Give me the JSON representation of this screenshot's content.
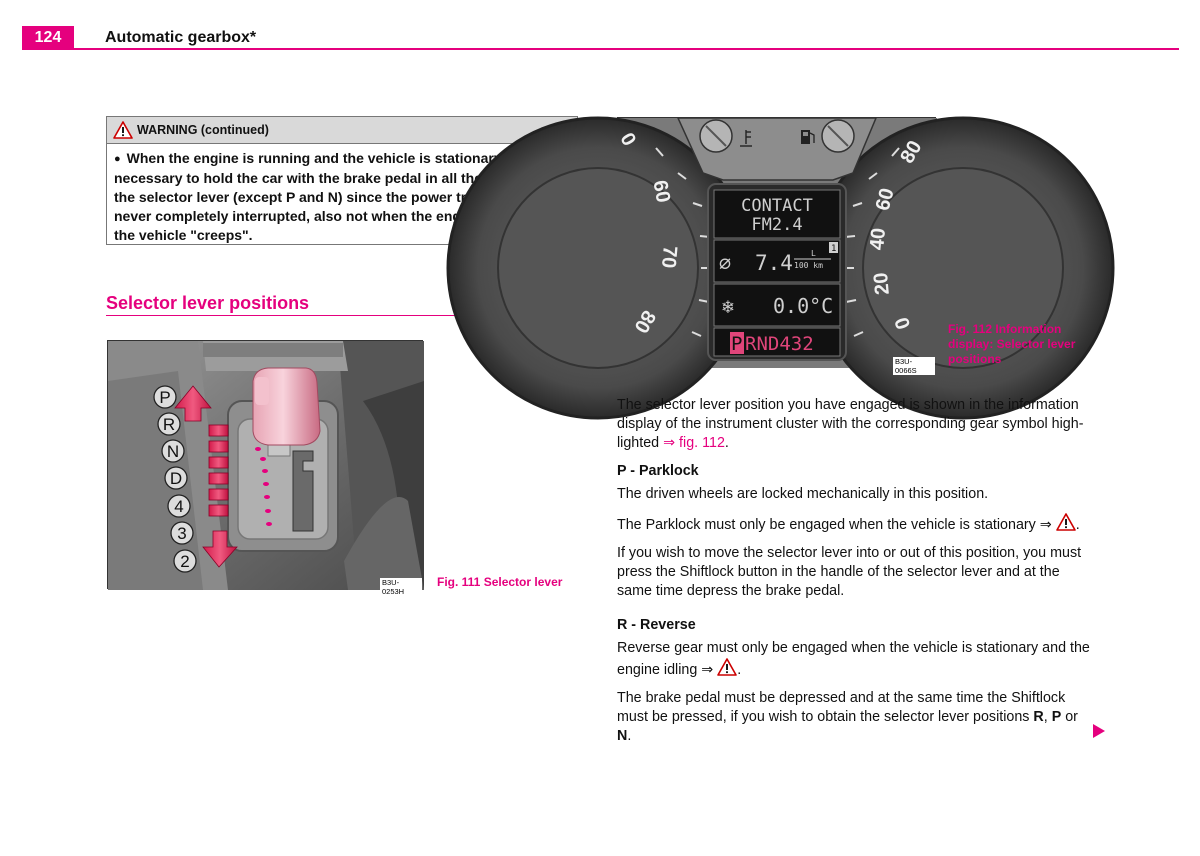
{
  "header": {
    "page_number": "124",
    "title": "Automatic gearbox*"
  },
  "warning": {
    "heading": "WARNING (continued)",
    "bullet": "●",
    "text": "When the engine is running and the vehicle is stationary, it is necessary to hold the car with the brake pedal in all the positions of the selector lever (except P and N) since the power transmission is never completely interrupted, also not when the engine is idling - the vehicle \"creeps\"."
  },
  "section": {
    "heading": "Selector lever positions"
  },
  "figure111": {
    "code": "B3U-0253H",
    "caption": "Fig. 111   Selector lever",
    "gear_labels": [
      "P",
      "R",
      "N",
      "D",
      "4",
      "3",
      "2"
    ]
  },
  "figure112": {
    "code": "B3U-0066S",
    "caption": "Fig. 112  Information display: Selector lever positions",
    "display": {
      "line1": "CONTACT",
      "line2": "FM2.4",
      "consumption_symbol": "⌀",
      "consumption": "7.4",
      "unit_top": "L",
      "unit_bottom": "100 km",
      "memory_index": "1",
      "temp_symbol": "❄",
      "temperature": "0.0°C",
      "gear_selected": "P",
      "gear_rest": "RND432"
    },
    "left_gauge_numbers": [
      "0",
      "60",
      "70",
      "80"
    ],
    "right_gauge_numbers": [
      "80",
      "60",
      "40",
      "20",
      "0"
    ]
  },
  "body": {
    "intro_1": "The selector lever position you have engaged is shown in the information display of the instrument cluster with the corresponding gear symbol high-lighted ",
    "intro_ref": "⇒ fig. 112",
    "intro_end": ".",
    "parklock_heading": "P - Parklock",
    "parklock_p1": "The driven wheels are locked mechanically in this position.",
    "parklock_p2": "The Parklock must only be engaged when the vehicle is stationary ⇒ ",
    "parklock_p3": "If you wish to move the selector lever into or out of this position, you must press the Shiftlock button in the handle of the selector lever and at the same time depress the brake pedal.",
    "reverse_heading": "R - Reverse",
    "reverse_p1": "Reverse gear must only be engaged when the vehicle is stationary and the engine idling ⇒ ",
    "reverse_p2_a": "The brake pedal must be depressed and at the same time the Shiftlock must be pressed, if you wish to obtain the selector lever positions ",
    "reverse_p2_R": "R",
    "reverse_p2_sep1": ", ",
    "reverse_p2_P": "P",
    "reverse_p2_or": " or ",
    "reverse_p2_N": "N",
    "reverse_p2_end": ".",
    "period": "."
  },
  "colors": {
    "accent": "#e5007e",
    "warning_header_bg": "#d9d9d9"
  },
  "icons": {
    "warning": "warning-triangle-icon",
    "end_of_section": "pink-square-icon",
    "continue": "next-page-arrow-icon"
  }
}
